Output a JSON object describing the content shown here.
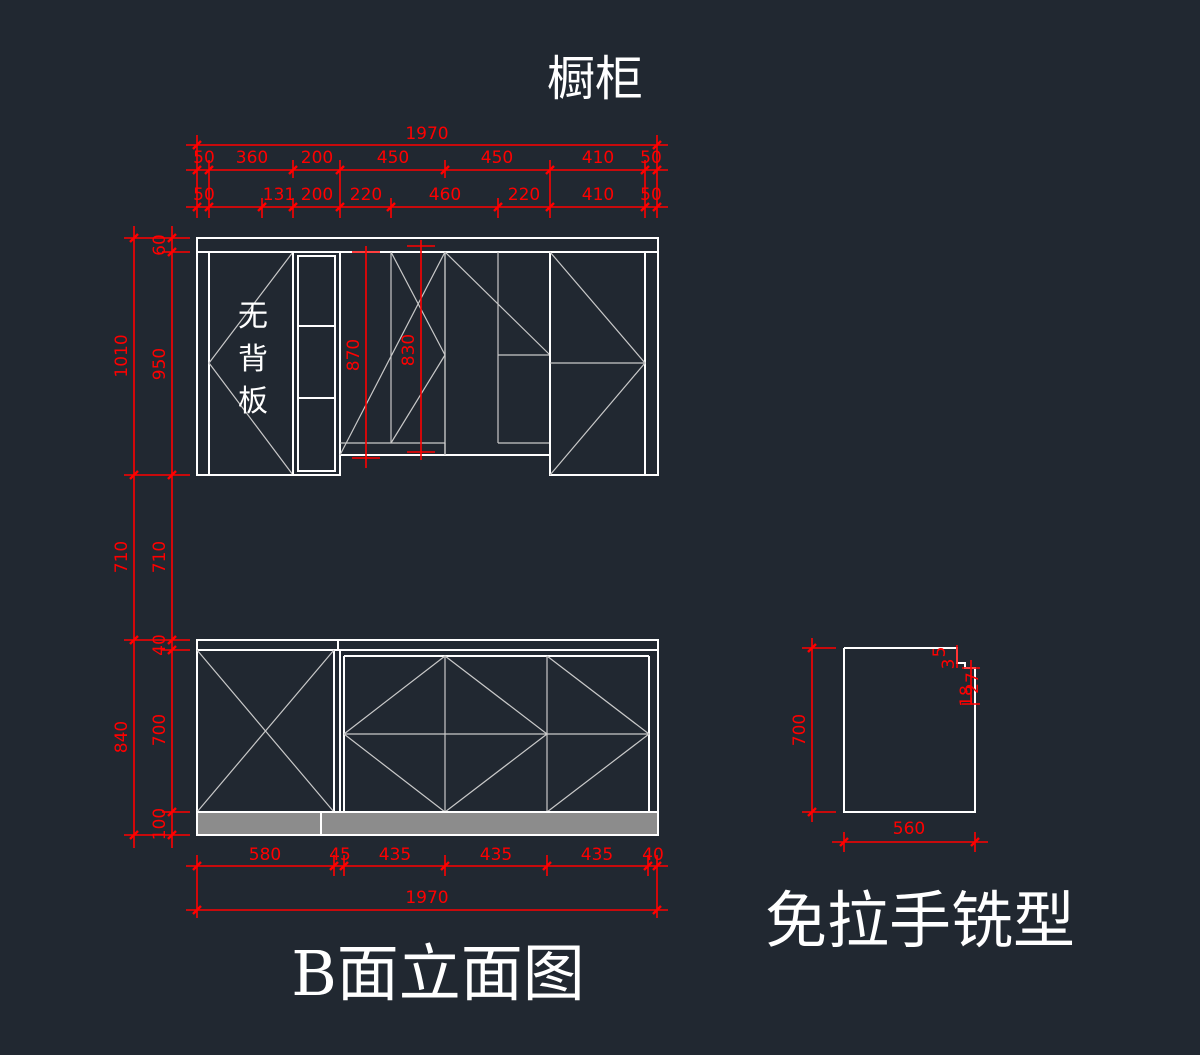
{
  "titles": {
    "top": "橱柜",
    "elevation": "B面立面图",
    "side": "免拉手铣型",
    "no_back_panel": [
      "无",
      "背",
      "板"
    ]
  },
  "dims": {
    "top_total": "1970",
    "top_row1": [
      "50",
      "360",
      "200",
      "450",
      "450",
      "410",
      "50"
    ],
    "top_row2": [
      "50",
      "131",
      "200",
      "220",
      "460",
      "220",
      "410",
      "50"
    ],
    "upper_left_outer": "1010",
    "upper_left_inner": "950",
    "upper_top_60": "60",
    "inner_870": "870",
    "inner_830": "830",
    "gap_outer": "710",
    "gap_inner": "710",
    "base_top_40": "40",
    "lower_outer": "840",
    "lower_inner": "700",
    "lower_plinth": "100",
    "bottom_row": [
      "580",
      "45",
      "435",
      "435",
      "435",
      "40"
    ],
    "bottom_total": "1970",
    "side_height": "700",
    "side_width": "560",
    "side_groove": [
      "5",
      "3",
      "27",
      "18"
    ]
  },
  "colors": {
    "background": "#212831",
    "outline": "#ffffff",
    "dimension": "#ff0000",
    "plinth": "#8c8c8c"
  }
}
